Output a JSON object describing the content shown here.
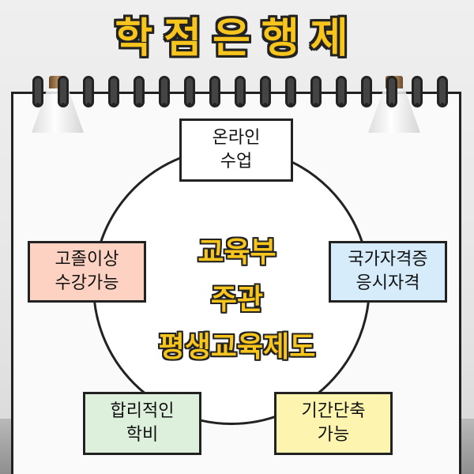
{
  "title": "학점은행제",
  "center": {
    "lines": [
      "교육부",
      "주관",
      "평생교육제도"
    ]
  },
  "boxes": {
    "online": [
      "온라인",
      "수업"
    ],
    "highschool": [
      "고졸이상",
      "수강가능"
    ],
    "certificate": [
      "국가자격증",
      "응시자격"
    ],
    "tuition": [
      "합리적인",
      "학비"
    ],
    "period": [
      "기간단축",
      "가능"
    ]
  },
  "colors": {
    "title_fill": "#f7c51c",
    "highschool_box": "#fdd2c2",
    "certificate_box": "#d6ecfb",
    "tuition_box": "#dcf0dc",
    "period_box": "#fdf4b0"
  }
}
